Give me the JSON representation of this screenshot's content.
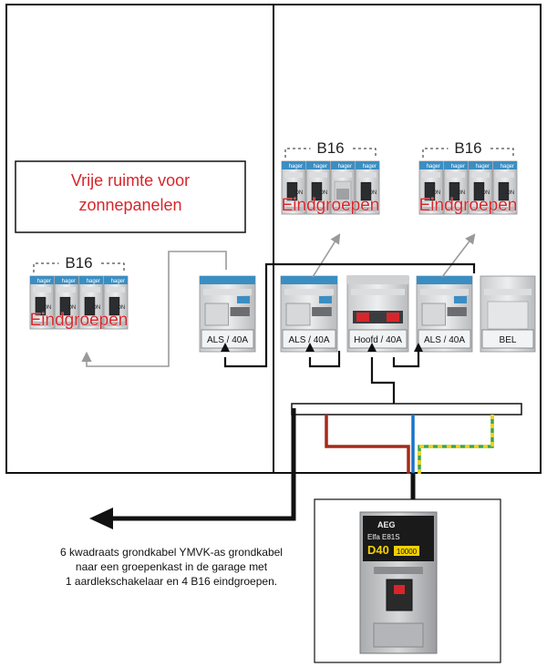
{
  "panel_note": "Vrije ruimte voor zonnepanelen",
  "panel_note_lines": [
    "Vrije ruimte voor",
    "zonnepanelen"
  ],
  "groups": {
    "left": {
      "rating": "B16",
      "label": "Eindgroepen"
    },
    "middle": {
      "rating": "B16",
      "label": "Eindgroepen"
    },
    "right": {
      "rating": "B16",
      "label": "Eindgroepen"
    }
  },
  "breaker_brand": "hager",
  "breaker_state": "ON",
  "modules": [
    {
      "label": "ALS / 40A"
    },
    {
      "label": "ALS / 40A"
    },
    {
      "label": "Hoofd / 40A"
    },
    {
      "label": "ALS / 40A"
    },
    {
      "label": "BEL"
    }
  ],
  "meter_breaker": {
    "brand": "AEG",
    "model": "Elfa E81S",
    "rating": "D40",
    "capacity": "10000"
  },
  "caption_lines": [
    "6 kwadraats grondkabel YMVK-as grondkabel",
    "naar een groepenkast in de garage met",
    "1 aardlekschakelaar en 4 B16 eindgroepen."
  ],
  "colors": {
    "label_red": "#d6262b",
    "phase_wire": "#a52a1a",
    "neutral_wire": "#1a73c9",
    "earth_green": "#3aa54a",
    "earth_yellow": "#f2d21c",
    "breaker_blue": "#3b8ec2",
    "frame": "#111111"
  }
}
